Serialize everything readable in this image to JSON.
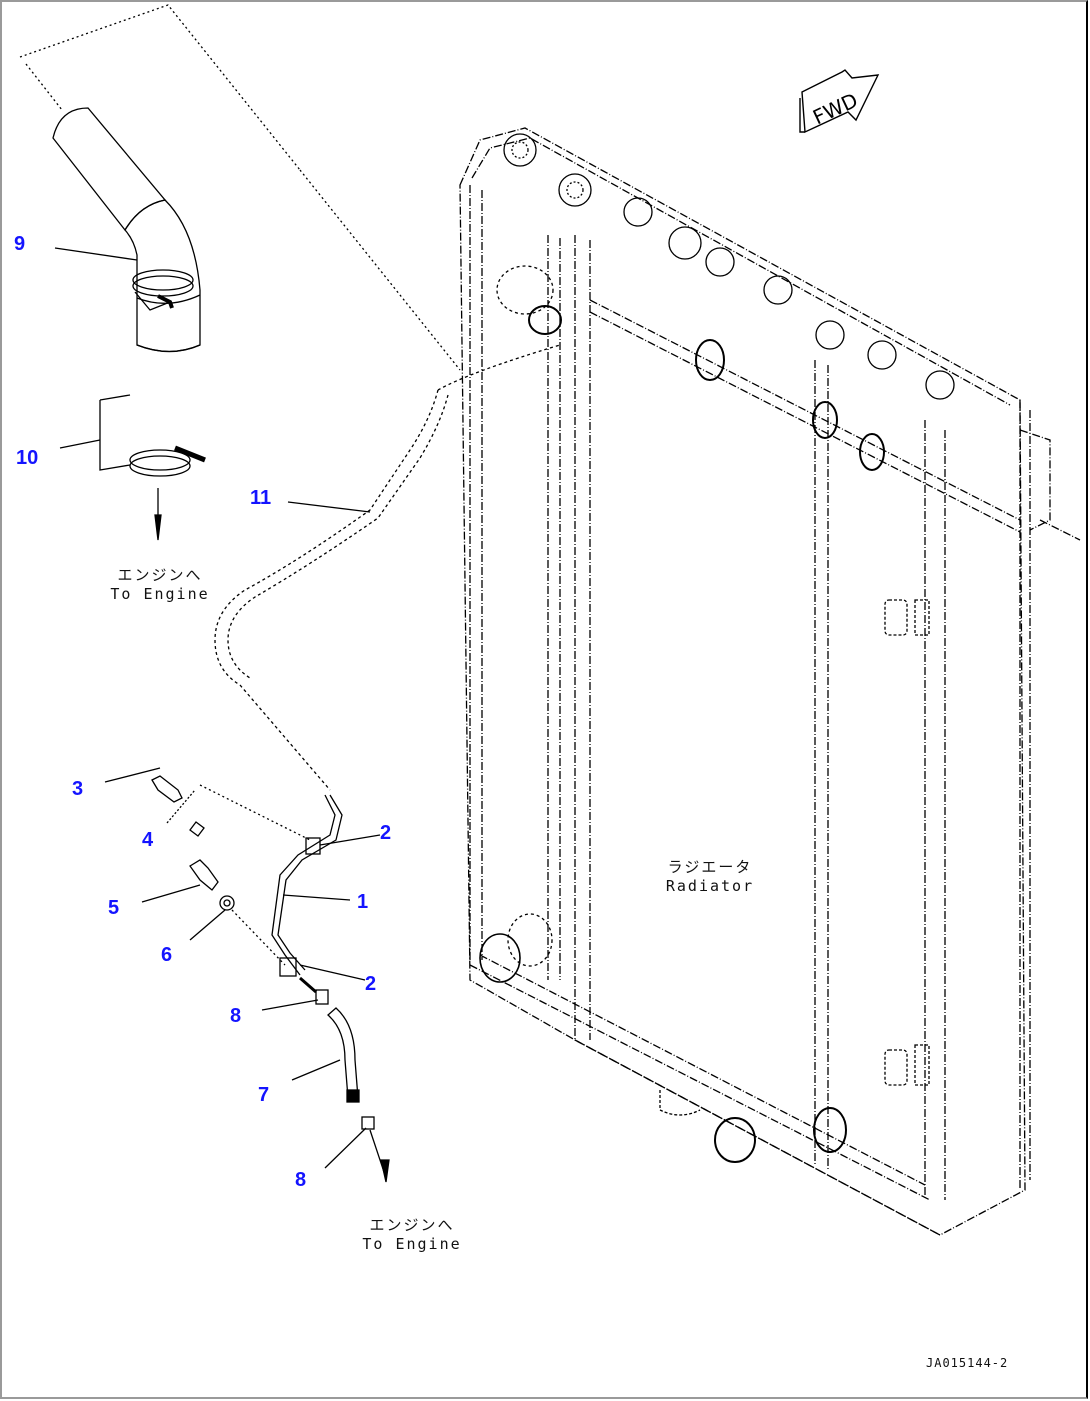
{
  "diagram": {
    "title": "Radiator piping parts diagram",
    "drawing_id": "JA015144-2",
    "direction_marker": "FWD",
    "main_component": {
      "label_jp": "ラジエータ",
      "label_en": "Radiator"
    },
    "notes": [
      {
        "id": "to-engine-upper",
        "label_jp": "エンジンへ",
        "label_en": "To Engine"
      },
      {
        "id": "to-engine-lower",
        "label_jp": "エンジンへ",
        "label_en": "To Engine"
      }
    ],
    "callouts": [
      {
        "part": "9"
      },
      {
        "part": "10"
      },
      {
        "part": "11"
      },
      {
        "part": "3"
      },
      {
        "part": "4"
      },
      {
        "part": "2"
      },
      {
        "part": "5"
      },
      {
        "part": "1"
      },
      {
        "part": "6"
      },
      {
        "part": "2"
      },
      {
        "part": "8"
      },
      {
        "part": "7"
      },
      {
        "part": "8"
      }
    ],
    "colors": {
      "callout": "#1414ff",
      "line": "#000000",
      "frame": "#9a9a9a"
    }
  }
}
